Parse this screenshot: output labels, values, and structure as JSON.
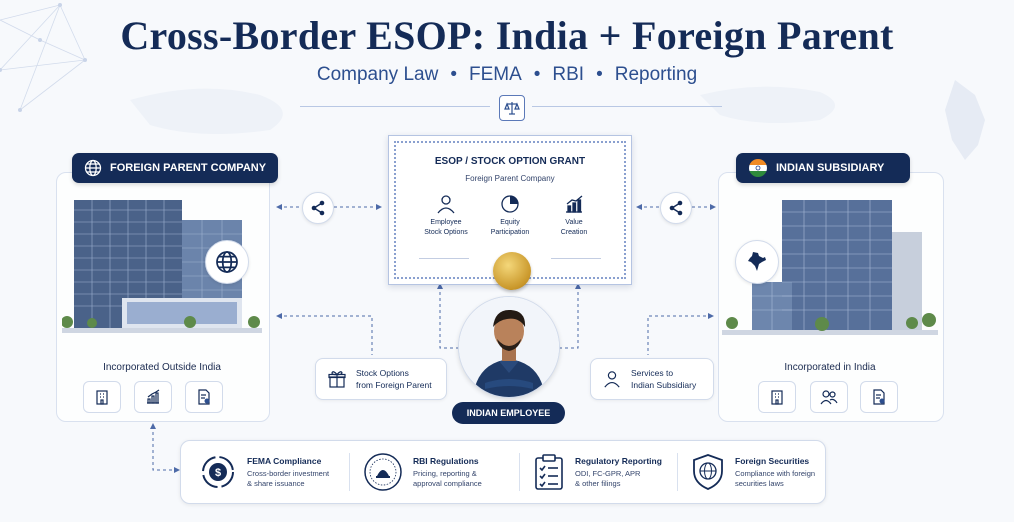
{
  "header": {
    "title": "Cross-Border ESOP: India + Foreign Parent",
    "subtitle_items": [
      "Company Law",
      "FEMA",
      "RBI",
      "Reporting"
    ]
  },
  "left": {
    "badge": "FOREIGN PARENT COMPANY",
    "caption": "Incorporated Outside India"
  },
  "right": {
    "badge": "INDIAN SUBSIDIARY",
    "caption": "Incorporated in India"
  },
  "certificate": {
    "title": "ESOP / STOCK OPTION GRANT",
    "subtitle": "Foreign Parent Company",
    "columns": [
      {
        "line1": "Employee",
        "line2": "Stock Options"
      },
      {
        "line1": "Equity",
        "line2": "Participation"
      },
      {
        "line1": "Value",
        "line2": "Creation"
      }
    ]
  },
  "cards": {
    "stock_options": {
      "line1": "Stock Options",
      "line2": "from Foreign Parent"
    },
    "services": {
      "line1": "Services to",
      "line2": "Indian Subsidiary"
    }
  },
  "employee": {
    "label": "INDIAN EMPLOYEE"
  },
  "bottom": [
    {
      "title": "FEMA Compliance",
      "line1": "Cross-border investment",
      "line2": "& share issuance"
    },
    {
      "title": "RBI Regulations",
      "line1": "Pricing, reporting &",
      "line2": "approval compliance"
    },
    {
      "title": "Regulatory Reporting",
      "line1": "ODI, FC-GPR, APR",
      "line2": "& other filings"
    },
    {
      "title": "Foreign Securities",
      "line1": "Compliance with foreign",
      "line2": "securities laws"
    }
  ],
  "colors": {
    "navy": "#142b57",
    "accent": "#2d4f8f",
    "gold": "#c9972a"
  }
}
